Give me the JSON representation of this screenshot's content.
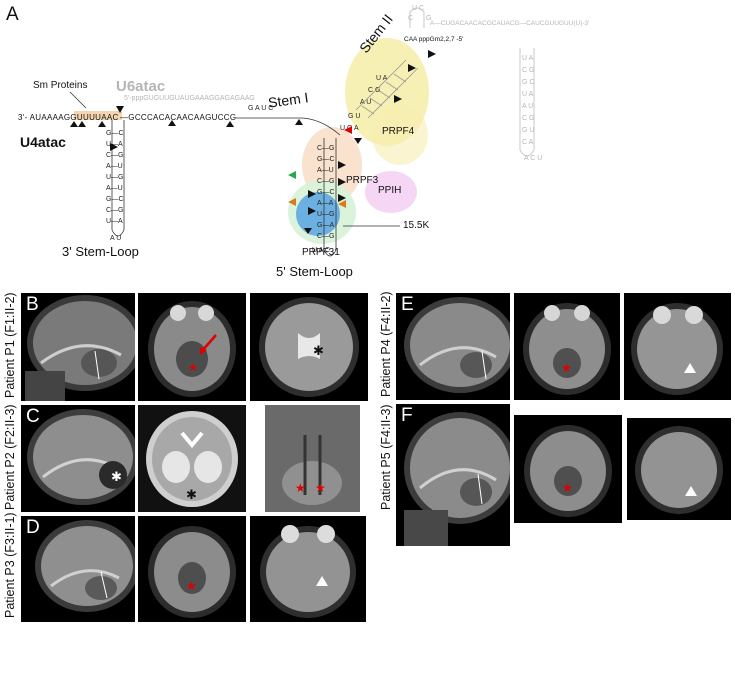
{
  "figure": {
    "panel_a": {
      "letter": "A",
      "u6atac_label": "U6atac",
      "u4atac_label": "U4atac",
      "sm_label": "Sm Proteins",
      "stem1_label": "Stem I",
      "stem2_label": "Stem II",
      "stem3_label": "3' Stem-Loop",
      "stem5_label": "5' Stem-Loop",
      "cap_label": "CAA pppGm2,2,7 -5'",
      "u6_top": "A—CUGACAACACGCAUACG—CAUCGUUGUU(U)-3'",
      "u6_left": "5'-pppGUGUUGUAUGAAAGGAGAGAAG",
      "u4_seq_left": "3'- AUAAAAGGUUUUAAC",
      "u4_seq_mid": "—GCCCACACAACAAGUCCG",
      "proteins": {
        "prpf4": "PRPF4",
        "prpf3": "PRPF3",
        "ppih": "PPIH",
        "k155": "15.5K",
        "prpf31": "PRPF31"
      }
    },
    "panels": [
      {
        "letter": "B",
        "patient": "Patient P1 (F1:II-2)"
      },
      {
        "letter": "C",
        "patient": "Patient P2 (F2:II-3)"
      },
      {
        "letter": "D",
        "patient": "Patient P3 (F3:II-1)"
      },
      {
        "letter": "E",
        "patient": "Patient P4 (F4:II-2)"
      },
      {
        "letter": "F",
        "patient": "Patient P5 (F4:II-3)"
      }
    ],
    "colors": {
      "stem2_bubble": "#f7efb0",
      "prpf3_bubble": "#f8dfc9",
      "ppih_bubble": "#f4d4f4",
      "prpf31_green": "#d9f2d9",
      "k155_blue": "#5ea8e0",
      "marker_red": "#e00000",
      "u6_gray": "#b5b5b5"
    }
  }
}
